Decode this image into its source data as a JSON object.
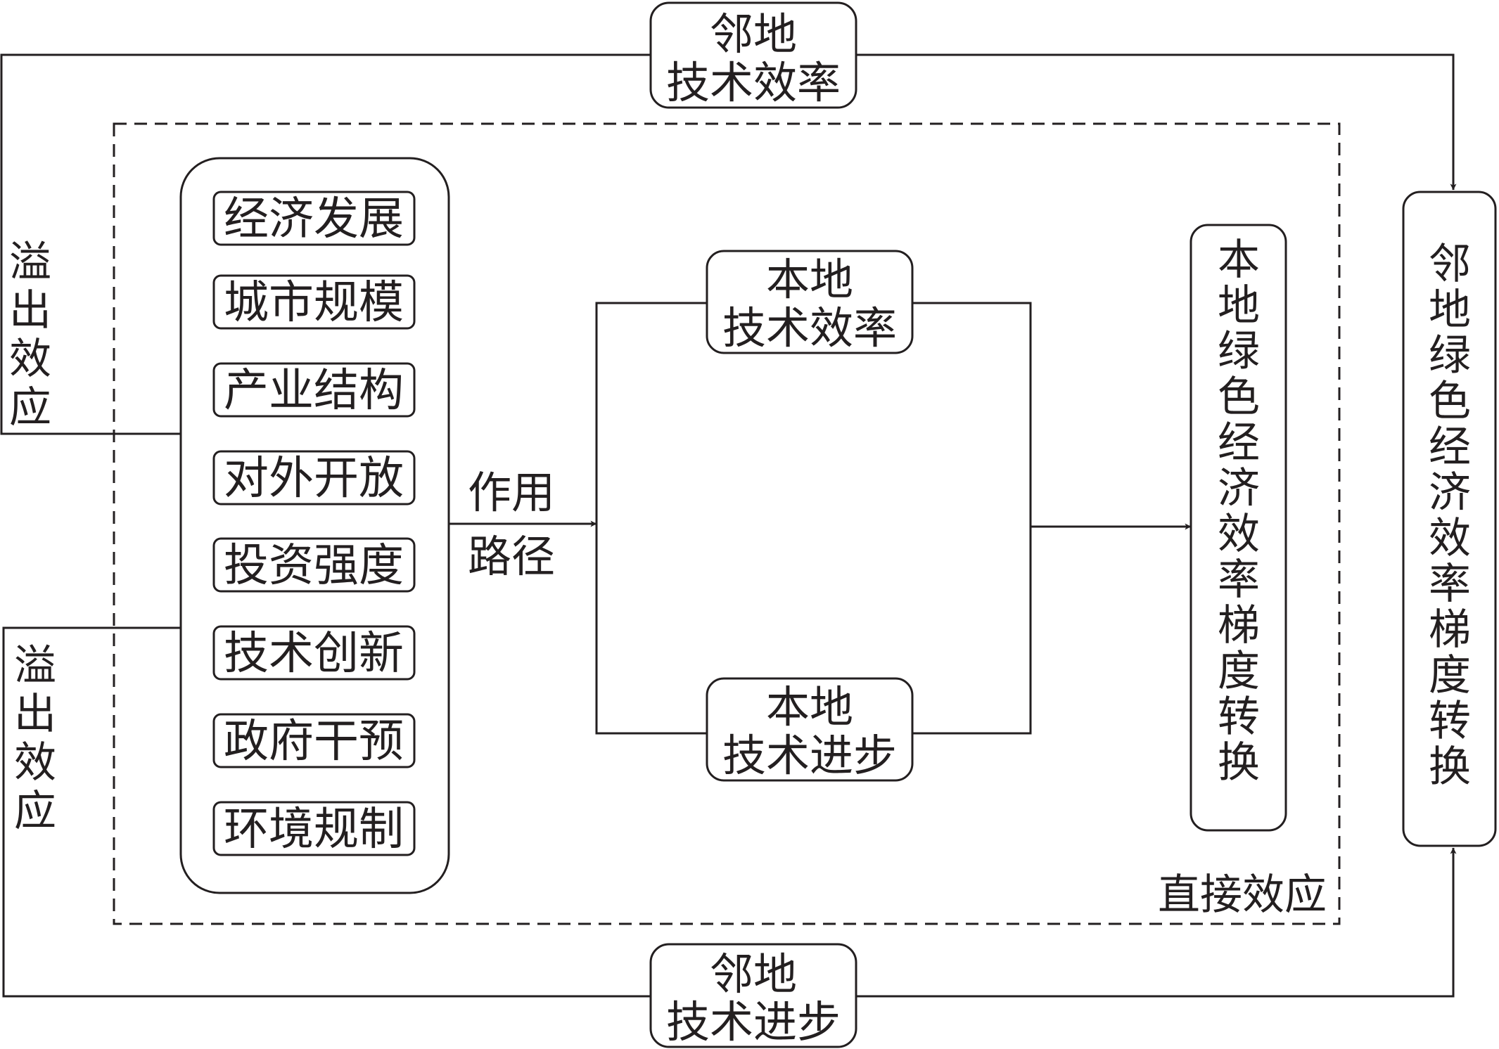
{
  "top_neighbor": {
    "line1": "邻地",
    "line2": "技术效率"
  },
  "bottom_neighbor": {
    "line1": "邻地",
    "line2": "技术进步"
  },
  "spillover_upper": [
    "溢",
    "出",
    "效",
    "应"
  ],
  "spillover_lower": [
    "溢",
    "出",
    "效",
    "应"
  ],
  "factors": [
    "经济发展",
    "城市规模",
    "产业结构",
    "对外开放",
    "投资强度",
    "技术创新",
    "政府干预",
    "环境规制"
  ],
  "path_label": {
    "line1": "作用",
    "line2": "路径"
  },
  "local_efficiency": {
    "line1": "本地",
    "line2": "技术效率"
  },
  "local_progress": {
    "line1": "本地",
    "line2": "技术进步"
  },
  "local_outcome": [
    "本",
    "地",
    "绿",
    "色",
    "经",
    "济",
    "效",
    "率",
    "梯",
    "度",
    "转",
    "换"
  ],
  "neighbor_outcome": [
    "邻",
    "地",
    "绿",
    "色",
    "经",
    "济",
    "效",
    "率",
    "梯",
    "度",
    "转",
    "换"
  ],
  "direct_effect": "直接效应",
  "colors": {
    "ink": "#231f20",
    "background": "#ffffff"
  }
}
